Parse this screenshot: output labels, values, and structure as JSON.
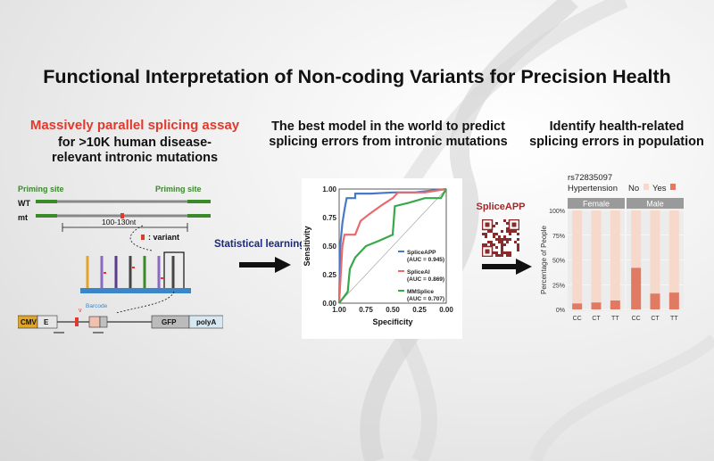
{
  "title": "Functional Interpretation of Non-coding Variants for Precision Health",
  "left": {
    "heading": "Massively parallel splicing assay",
    "sub1": "for >10K human disease-",
    "sub2": "relevant intronic mutations",
    "priming_left": "Priming site",
    "priming_right": "Priming site",
    "wt": "WT",
    "mt": "mt",
    "length": "100-130nt",
    "variant": ": variant",
    "barcode": "Barcode",
    "cmv": "CMV",
    "e": "E",
    "gfp": "GFP",
    "polya": "polyA",
    "colors": {
      "primer": "#3a8a2a",
      "cmv": "#e0a62a",
      "variant": "#e03a2e",
      "barcode": "#3a86c8"
    }
  },
  "middle": {
    "heading1": "The best model in the world to predict",
    "heading2": "splicing errors from intronic mutations",
    "arrow_label": "Statistical learning",
    "app_label": "SpliceAPP"
  },
  "chart_data": [
    {
      "type": "line",
      "xlabel": "Specificity",
      "ylabel": "Sensitivity",
      "x_ticks": [
        "1.00",
        "0.75",
        "0.50",
        "0.25",
        "0.00"
      ],
      "y_ticks": [
        "0.00",
        "0.25",
        "0.50",
        "0.75",
        "1.00"
      ],
      "xlim": [
        1.0,
        0.0
      ],
      "ylim": [
        0.0,
        1.0
      ],
      "series": [
        {
          "name": "SpliceAPP",
          "auc": "(AUC = 0.945)",
          "color": "#4a78c8",
          "points": [
            [
              1,
              0
            ],
            [
              0.99,
              0.5
            ],
            [
              0.97,
              0.7
            ],
            [
              0.95,
              0.82
            ],
            [
              0.93,
              0.92
            ],
            [
              0.85,
              0.92
            ],
            [
              0.85,
              0.96
            ],
            [
              0.7,
              0.96
            ],
            [
              0.5,
              0.97
            ],
            [
              0.3,
              0.97
            ],
            [
              0,
              1
            ]
          ]
        },
        {
          "name": "SpliceAI",
          "auc": "(AUC = 0.869)",
          "color": "#e86a6a",
          "points": [
            [
              1,
              0
            ],
            [
              0.97,
              0.5
            ],
            [
              0.95,
              0.6
            ],
            [
              0.85,
              0.6
            ],
            [
              0.8,
              0.72
            ],
            [
              0.72,
              0.78
            ],
            [
              0.6,
              0.86
            ],
            [
              0.5,
              0.92
            ],
            [
              0.45,
              0.97
            ],
            [
              0.2,
              0.97
            ],
            [
              0,
              1
            ]
          ]
        },
        {
          "name": "MMSplice",
          "auc": "(AUC = 0.707)",
          "color": "#3aa84a",
          "points": [
            [
              1,
              0
            ],
            [
              0.92,
              0.1
            ],
            [
              0.9,
              0.3
            ],
            [
              0.85,
              0.4
            ],
            [
              0.75,
              0.5
            ],
            [
              0.62,
              0.55
            ],
            [
              0.5,
              0.6
            ],
            [
              0.48,
              0.85
            ],
            [
              0.35,
              0.88
            ],
            [
              0.2,
              0.92
            ],
            [
              0.05,
              0.92
            ],
            [
              0,
              1
            ]
          ]
        }
      ]
    },
    {
      "type": "bar",
      "title": "rs72835097",
      "legend_title": "Hypertension",
      "legend": [
        {
          "name": "No",
          "color": "#f7d9cc"
        },
        {
          "name": "Yes",
          "color": "#e07a62"
        }
      ],
      "ylabel": "Percentage of People",
      "y_ticks": [
        "0%",
        "25%",
        "50%",
        "75%",
        "100%"
      ],
      "ylim": [
        0,
        100
      ],
      "panels": [
        {
          "name": "Female",
          "categories": [
            "CC",
            "CT",
            "TT"
          ],
          "yes": [
            6,
            7,
            9
          ]
        },
        {
          "name": "Male",
          "categories": [
            "CC",
            "CT",
            "TT"
          ],
          "yes": [
            42,
            16,
            17
          ]
        }
      ]
    }
  ],
  "right": {
    "heading1": "Identify health-related",
    "heading2": "splicing errors in population"
  }
}
